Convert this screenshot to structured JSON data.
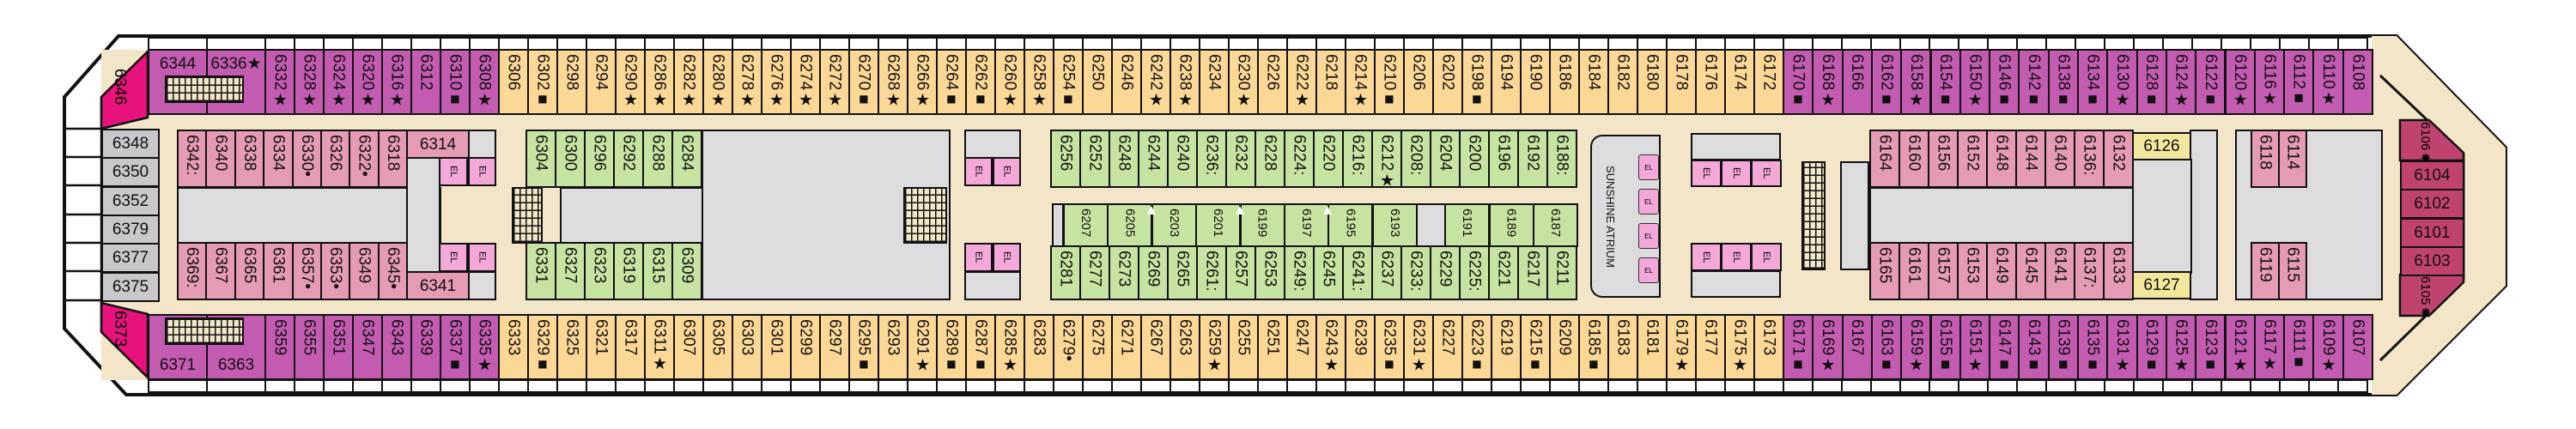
{
  "colors": {
    "suite_purple": "#c35bb0",
    "balcony_yellow": "#fcd896",
    "oceanview_green": "#c7e3a1",
    "interior_pink": "#e59bb3",
    "gray_cabin": "#c9c7ca",
    "magenta": "#e8127c",
    "rose": "#c0436f",
    "corridor_beige": "#f3e6c8",
    "pale_yellow": "#f1e79c",
    "elevator_pink": "#f4a8d8"
  },
  "legend_markers": {
    "star": "★",
    "square": "■",
    "dot": "•",
    "double_dot": ":",
    "burst": "✸"
  },
  "aft": {
    "top_corner": "6346",
    "bottom_corner": "6373",
    "stern_column": [
      "6348",
      "6350",
      "6352",
      "6379",
      "6377",
      "6375"
    ],
    "top_wide": [
      "6344",
      "6336★"
    ],
    "bottom_wide": [
      "6371",
      "6363"
    ]
  },
  "port_outer": {
    "aft_purple": [
      "6332★",
      "6328★",
      "6324★",
      "6320★",
      "6316★",
      "6312",
      "6310■",
      "6308★"
    ],
    "yellow": [
      "6306",
      "6302■",
      "6298",
      "6294",
      "6290★",
      "6286★",
      "6282★",
      "6280★",
      "6278★",
      "6276★",
      "6274★",
      "6272★",
      "6270■",
      "6268★",
      "6266★",
      "6264■",
      "6262■",
      "6260★",
      "6258★",
      "6254■",
      "6250",
      "6246",
      "6242★",
      "6238★",
      "6234",
      "6230★",
      "6226",
      "6222★",
      "6218",
      "6214★",
      "6210■",
      "6206",
      "6202",
      "6198■",
      "6194",
      "6190",
      "6186",
      "6184",
      "6182",
      "6180",
      "6178",
      "6176",
      "6174",
      "6172"
    ],
    "fwd_purple": [
      "6170■",
      "6168★",
      "6166",
      "6162■",
      "6158★",
      "6154■",
      "6150★",
      "6146■",
      "6142■",
      "6138■",
      "6134■",
      "6130★",
      "6128■",
      "6124★",
      "6122■",
      "6120★",
      "6116★",
      "6112■",
      "6110★",
      "6108"
    ]
  },
  "starboard_outer": {
    "aft_purple": [
      "6359",
      "6355",
      "6351",
      "6347",
      "6343",
      "6339",
      "6337■",
      "6335★"
    ],
    "yellow": [
      "6333",
      "6329■",
      "6325",
      "6321",
      "6317",
      "6311★",
      "6307",
      "6305",
      "6303",
      "6301",
      "6299",
      "6297",
      "6295■",
      "6293",
      "6291★",
      "6289■",
      "6287■",
      "6285★",
      "6283",
      "6279•",
      "6275",
      "6271",
      "6267",
      "6263",
      "6259★",
      "6255",
      "6251",
      "6247",
      "6243★",
      "6239",
      "6235■",
      "6231★",
      "6227",
      "6223■",
      "6219",
      "6215■",
      "6209",
      "6185■",
      "6183",
      "6181",
      "6179★",
      "6177",
      "6175★",
      "6173"
    ],
    "fwd_purple": [
      "6171■",
      "6169★",
      "6167",
      "6163■",
      "6159★",
      "6155■",
      "6151★",
      "6147■",
      "6143■",
      "6139■",
      "6135■",
      "6131★",
      "6129■",
      "6125★",
      "6123■",
      "6121★",
      "6117★",
      "6111■",
      "6109★",
      "6107"
    ]
  },
  "inner_aft": {
    "top": [
      "6342:",
      "6340",
      "6338",
      "6334",
      "6330•",
      "6326",
      "6322•",
      "6318"
    ],
    "top_end": "6314",
    "bottom": [
      "6369:",
      "6367",
      "6365",
      "6361",
      "6357•",
      "6353•",
      "6349",
      "6345•"
    ],
    "bottom_end": "6341"
  },
  "inner_green_aft": {
    "top": [
      "6304",
      "6300",
      "6296",
      "6292",
      "6288",
      "6284"
    ],
    "bottom": [
      "6331",
      "6327",
      "6323",
      "6319",
      "6315",
      "6309"
    ]
  },
  "inner_green_mid": {
    "top": [
      "6256",
      "6252",
      "6248",
      "6244",
      "6240",
      "6236:",
      "6232",
      "6228",
      "6224:",
      "6220",
      "6216:",
      "6212★",
      "6208:",
      "6204",
      "6200",
      "6196",
      "6192",
      "6188:"
    ],
    "middle": [
      "6207",
      "6205",
      "6203",
      "6201",
      "6199",
      "6197",
      "6195",
      "6193",
      "6191",
      "6189",
      "6187"
    ],
    "bottom": [
      "6281",
      "6277",
      "6273",
      "6269",
      "6265",
      "6261:",
      "6257",
      "6253",
      "6249:",
      "6245",
      "6241:",
      "6237",
      "6233:",
      "6229",
      "6225:",
      "6221",
      "6217",
      "6211"
    ]
  },
  "atrium": {
    "label": "SUNSHINE ATRIUM",
    "glass_elevator": "EL"
  },
  "elevator_label": "EL",
  "inner_fwd": {
    "top": [
      "6164",
      "6160",
      "6156",
      "6152",
      "6148",
      "6144",
      "6140",
      "6136:",
      "6132"
    ],
    "top_end": "6126",
    "bottom": [
      "6165",
      "6161",
      "6157",
      "6153",
      "6149",
      "6145",
      "6141",
      "6137:",
      "6133"
    ],
    "bottom_end": "6127",
    "bow_top": [
      "6118",
      "6114"
    ],
    "bow_bottom": [
      "6119",
      "6115"
    ]
  },
  "bow": {
    "top_angled": "6106✸",
    "column": [
      "6104",
      "6102",
      "6101",
      "6103"
    ],
    "bottom_angled": "6105✸"
  }
}
